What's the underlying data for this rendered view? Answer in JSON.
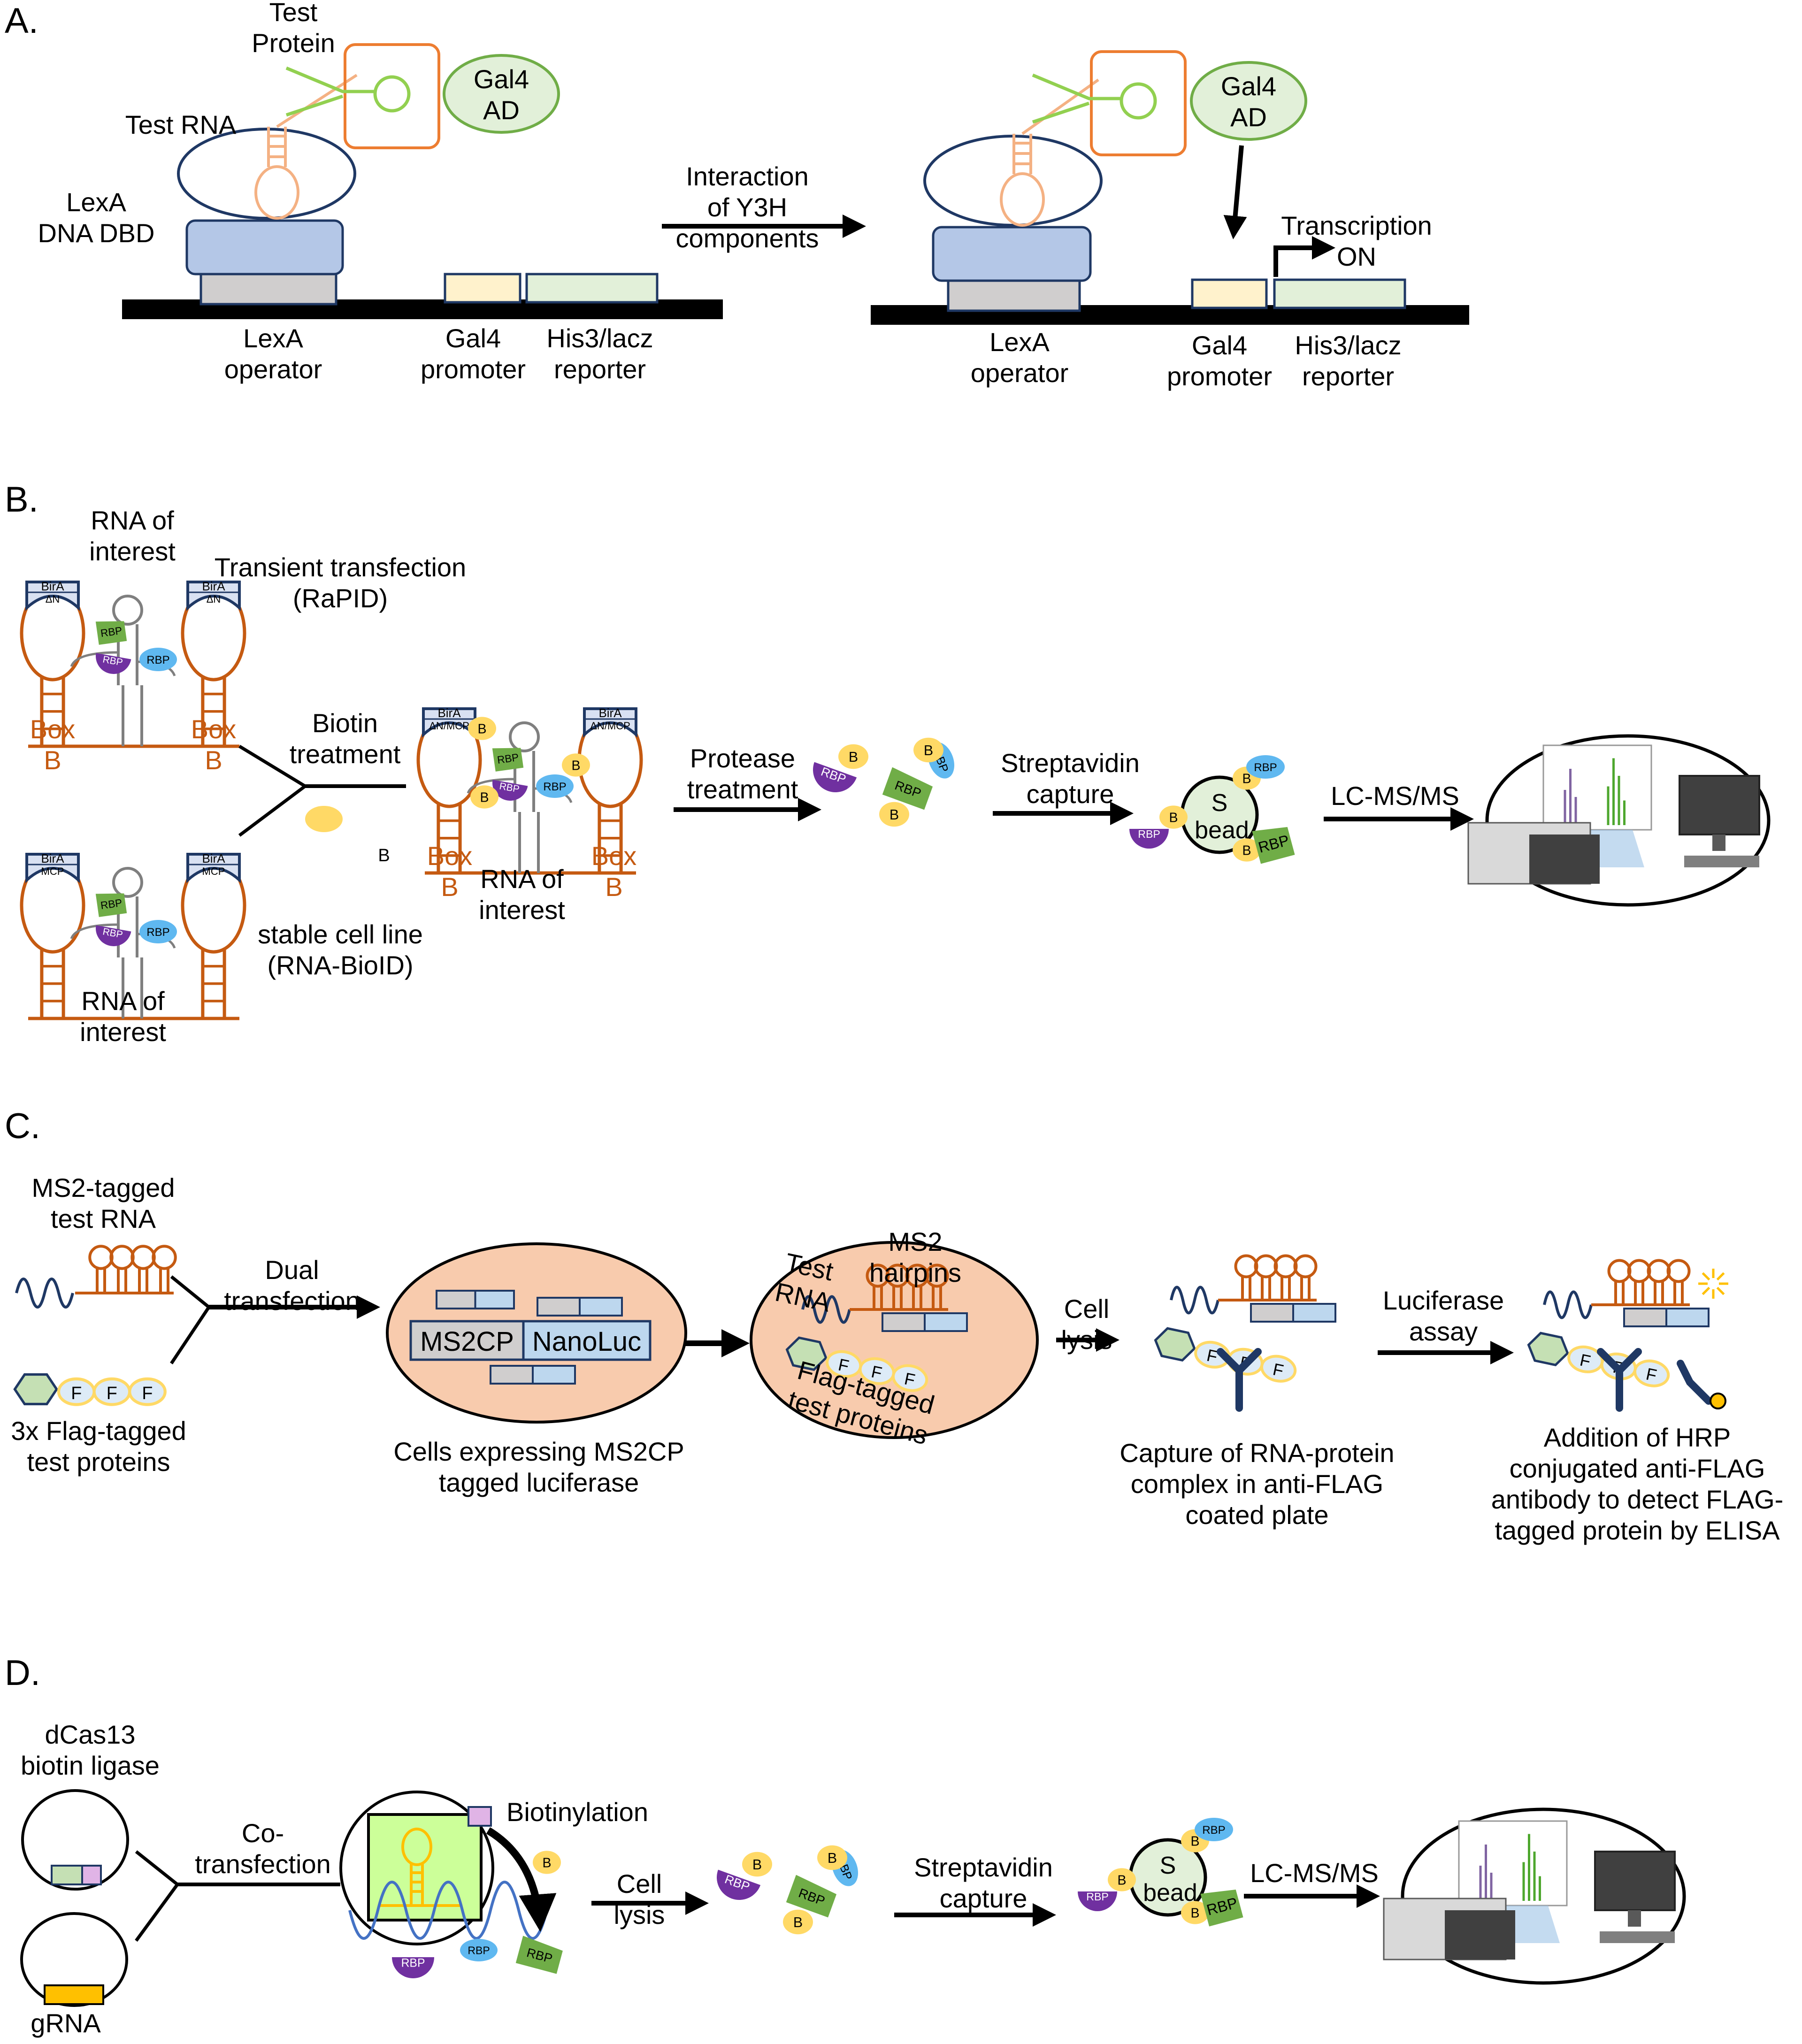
{
  "colors": {
    "ink": "#000000",
    "navy": "#1f3864",
    "lexa_blue": "#b4c7e7",
    "operator_gray": "#d0cece",
    "promoter_yellow": "#fff2cc",
    "reporter_green": "#e2f0d9",
    "test_protein_orange": "#ed7d31",
    "test_rna_peach": "#f4b183",
    "gal4_green_fill": "#e2f0d9",
    "gal4_green_stroke": "#70ad47",
    "boxb_orange": "#c55a11",
    "rna_gray": "#7f7f7f",
    "biotin_yellow": "#ffd966",
    "rbp_green": "#70ad47",
    "rbp_purple": "#7030a0",
    "rbp_blue": "#5fb8f0",
    "cell_peach": "#f8cbad",
    "nanoluc_blue": "#bdd7ee",
    "flag_cyan": "#ddebf7",
    "bead_fill": "#e2f0d9",
    "hexagon_green": "#c5e0b4",
    "grna_orange": "#ffc000",
    "plasmid_green": "#c5e0b4",
    "plasmid_pink": "#e0b4e6",
    "target_rna_blue": "#4472c4",
    "spectrum_purple": "#8064a2",
    "spectrum_green": "#4ea72e"
  },
  "panels": {
    "a": {
      "panel_label": "A.",
      "test_protein_label": "Test\nProtein",
      "gal4_ad_label": "Gal4\nAD",
      "test_rna_label": "Test RNA",
      "lexa_dbd_label": "LexA\nDNA DBD",
      "lexa_operator_label": "LexA\noperator",
      "gal4_promoter_label": "Gal4\npromoter",
      "reporter_label": "His3/lacz\nreporter",
      "arrow_label": "Interaction\nof Y3H\ncomponents",
      "transcription_label": "Transcription\nON"
    },
    "b": {
      "panel_label": "B.",
      "rna_of_interest_label": "RNA of\ninterest",
      "transient_label": "Transient transfection\n(RaPID)",
      "stable_label": "stable cell line\n(RNA-BioID)",
      "box_b_label": "Box\nB",
      "biotin_treatment_label": "Biotin\ntreatment",
      "biotin_symbol": "B",
      "protease_label": "Protease\ntreatment",
      "streptavidin_label": "Streptavidin\ncapture",
      "lcms_label": "LC-MS/MS",
      "bira_an_label": "BirA\nΔN",
      "bira_mcp_label": "BirA\nMCP",
      "bira_anmcp_label": "BirA\nΔN/MCP",
      "rbp_label": "RBP",
      "bead_label": "S\nbead"
    },
    "c": {
      "panel_label": "C.",
      "ms2_rna_label": "MS2-tagged\ntest RNA",
      "flag_proteins_label": "3x Flag-tagged\ntest proteins",
      "dual_transfection_label": "Dual\ntransfection",
      "ms2cp_label": "MS2CP",
      "nanoluc_label": "NanoLuc",
      "cells_label": "Cells expressing MS2CP\ntagged luciferase",
      "test_rna_label": "Test\nRNA",
      "ms2_hairpins_label": "MS2\nhairpins",
      "flag_tagged_label": "Flag-tagged\ntest proteins",
      "cell_lysis_label": "Cell\nlysis",
      "capture_label": "Capture of RNA-protein\ncomplex in anti-FLAG\ncoated plate",
      "luciferase_label": "Luciferase\nassay",
      "hrp_label": "Addition of HRP\nconjugated anti-FLAG\nantibody to detect FLAG-\ntagged protein by ELISA",
      "flag_symbol": "F"
    },
    "d": {
      "panel_label": "D.",
      "dcas13_label": "dCas13\nbiotin ligase",
      "grna_label": "gRNA",
      "cotransfection_label": "Co-\ntransfection",
      "biotinylation_label": "Biotinylation",
      "cell_lysis_label": "Cell\nlysis",
      "streptavidin_label": "Streptavidin\ncapture",
      "lcms_label": "LC-MS/MS"
    }
  }
}
